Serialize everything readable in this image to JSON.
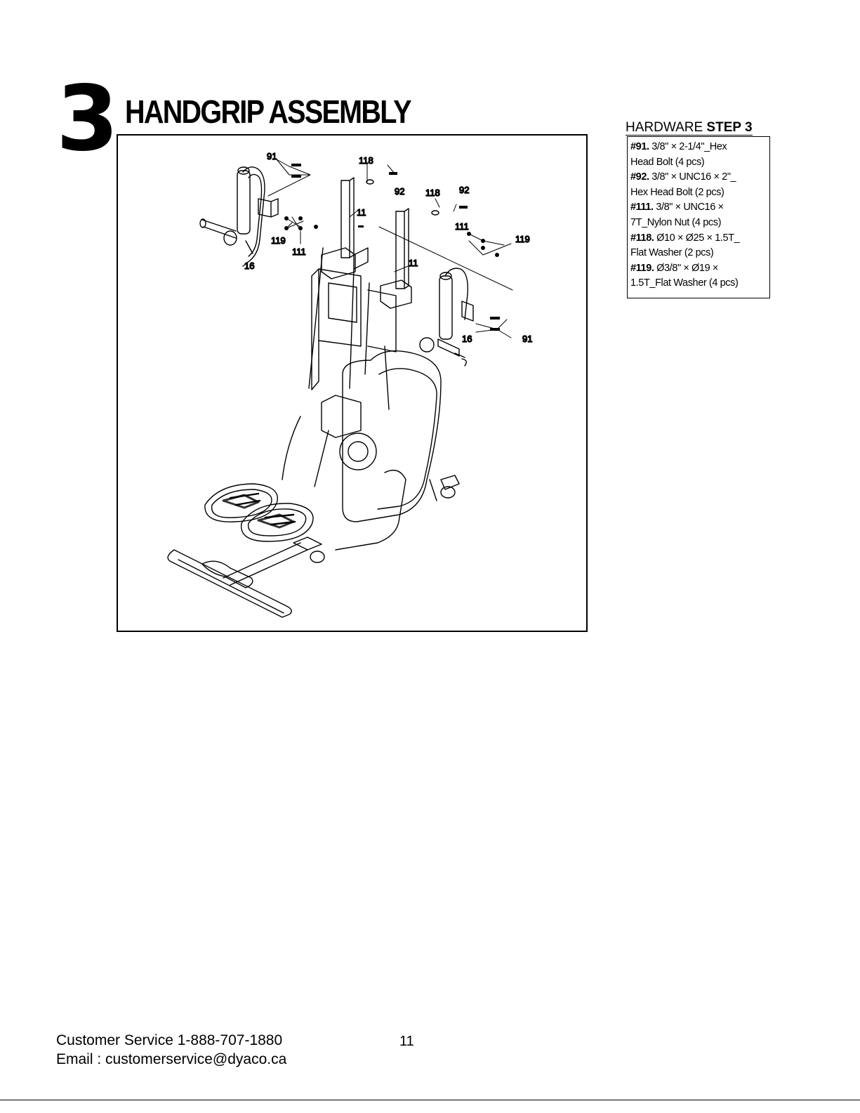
{
  "step": {
    "number": "3",
    "title": "HANDGRIP ASSEMBLY"
  },
  "hardware": {
    "heading_prefix": "HARDWARE",
    "heading_step": "STEP 3",
    "items": [
      {
        "num": "#91.",
        "desc": " 3/8\" × 2-1/4\"_Hex\nHead Bolt (4 pcs)"
      },
      {
        "num": "#92.",
        "desc": " 3/8\" × UNC16 × 2\"_\nHex Head Bolt (2 pcs)"
      },
      {
        "num": "#111.",
        "desc": " 3/8\" × UNC16 ×\n7T_Nylon Nut  (4 pcs)"
      },
      {
        "num": "#118.",
        "desc": " Ø10 × Ø25 × 1.5T_\nFlat Washer (2 pcs)"
      },
      {
        "num": "#119.",
        "desc": " Ø3/8\" × Ø19 ×\n1.5T_Flat Washer (4 pcs)"
      }
    ]
  },
  "callouts": {
    "c91a": "91",
    "c118a": "118",
    "c92a": "92",
    "c118b": "118",
    "c92b": "92",
    "c11a": "11",
    "c111a": "111",
    "c119a": "119",
    "c11b": "11",
    "c111b": "111",
    "c119b": "119",
    "c16a": "16",
    "c16b": "16",
    "c91b": "91"
  },
  "footer": {
    "service": "Customer Service 1-888-707-1880",
    "email": "Email : customerservice@dyaco.ca",
    "page": "11"
  }
}
